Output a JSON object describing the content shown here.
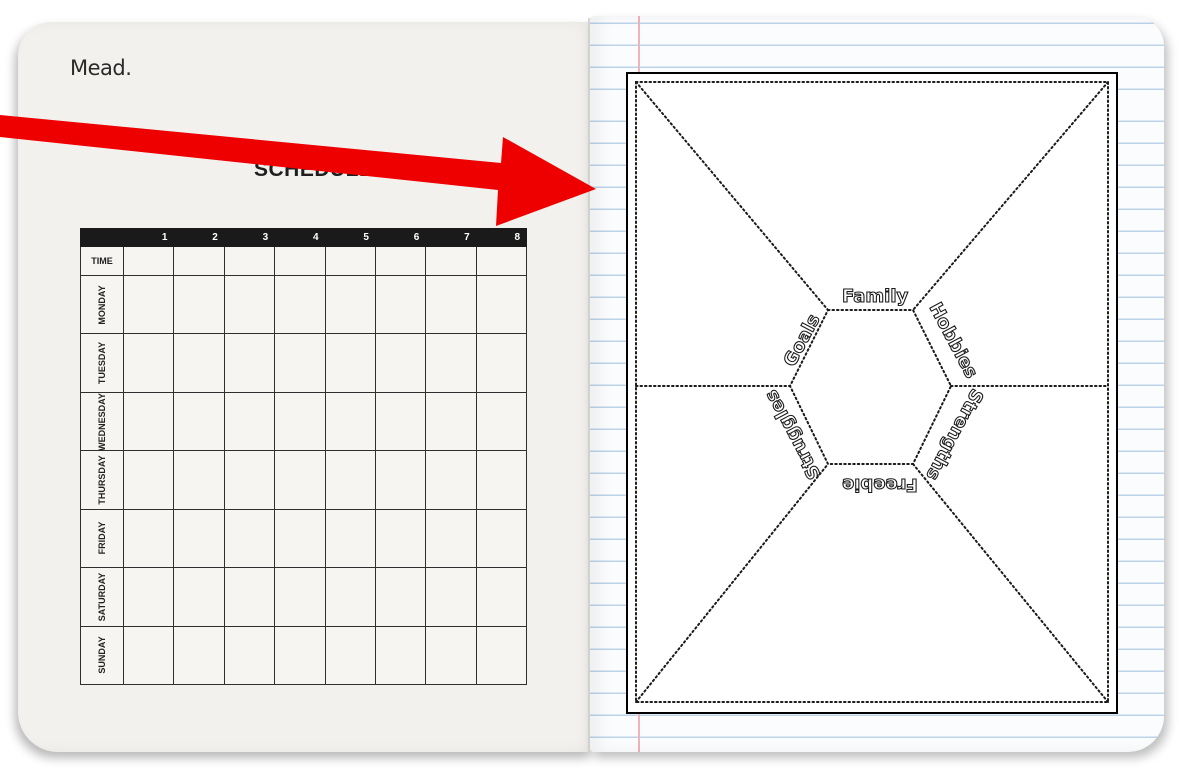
{
  "notebook": {
    "brand": "Mead.",
    "schedule_title": "SCHEDULE"
  },
  "schedule": {
    "columns": [
      "1",
      "2",
      "3",
      "4",
      "5",
      "6",
      "7",
      "8"
    ],
    "rows": [
      {
        "label": "TIME"
      },
      {
        "label": "MONDAY"
      },
      {
        "label": "TUESDAY"
      },
      {
        "label": "WEDNESDAY"
      },
      {
        "label": "THURSDAY"
      },
      {
        "label": "FRIDAY"
      },
      {
        "label": "SATURDAY"
      },
      {
        "label": "SUNDAY"
      }
    ]
  },
  "foldable": {
    "labels": {
      "family": "Family",
      "hobbies": "Hobbies",
      "strengths": "Strengths",
      "freebie": "Freebie",
      "struggles": "Struggles",
      "goals": "Goals"
    }
  },
  "colors": {
    "arrow": "#ee0000",
    "table_header": "#1a1a1a",
    "page_left": "#f3f1ed",
    "rule_lines": "#bcd3ea",
    "margin_line": "#f2b3b8"
  }
}
